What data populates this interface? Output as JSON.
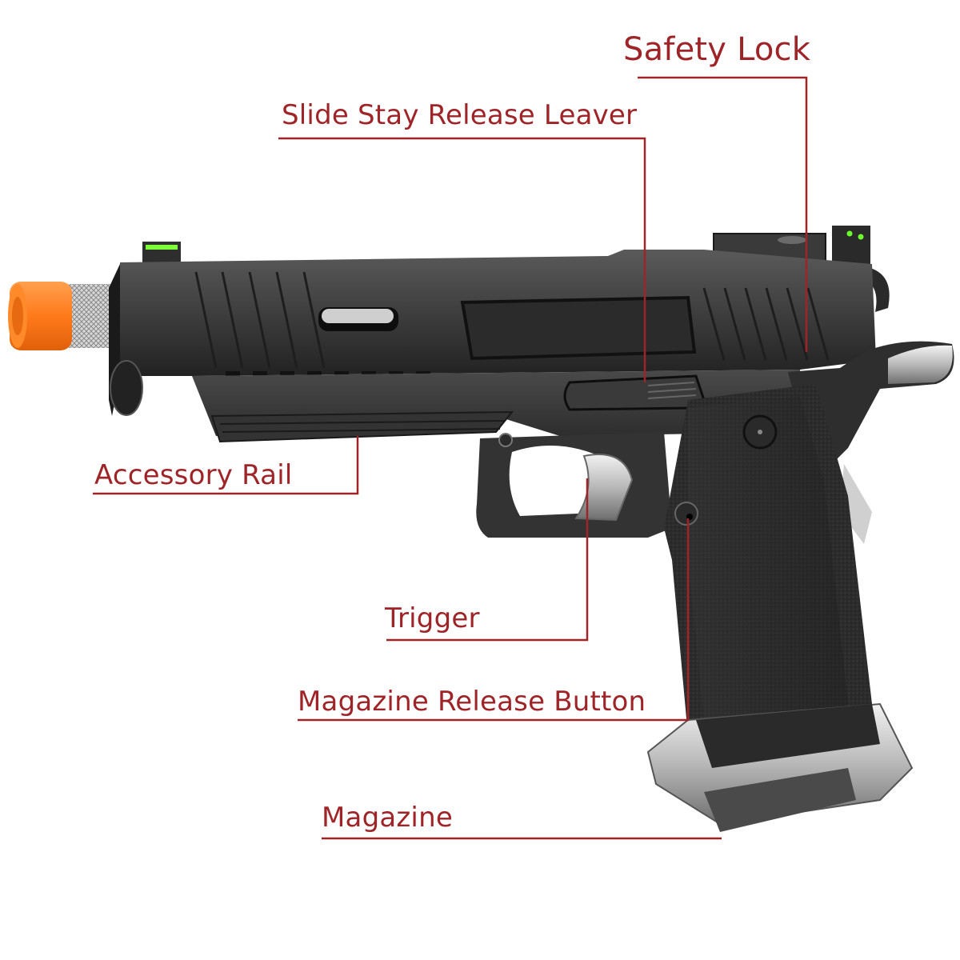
{
  "diagram": {
    "subject": "airsoft pistol (1911/Hi-Capa style) with suppressor-threaded barrel and orange tip",
    "label_color": "#9e2428",
    "labels": [
      {
        "id": "safety_lock",
        "text": "Safety Lock"
      },
      {
        "id": "slide_stay",
        "text": "Slide Stay Release Leaver"
      },
      {
        "id": "accessory_rail",
        "text": "Accessory Rail"
      },
      {
        "id": "trigger",
        "text": "Trigger"
      },
      {
        "id": "mag_release",
        "text": "Magazine Release Button"
      },
      {
        "id": "magazine",
        "text": "Magazine"
      }
    ]
  }
}
